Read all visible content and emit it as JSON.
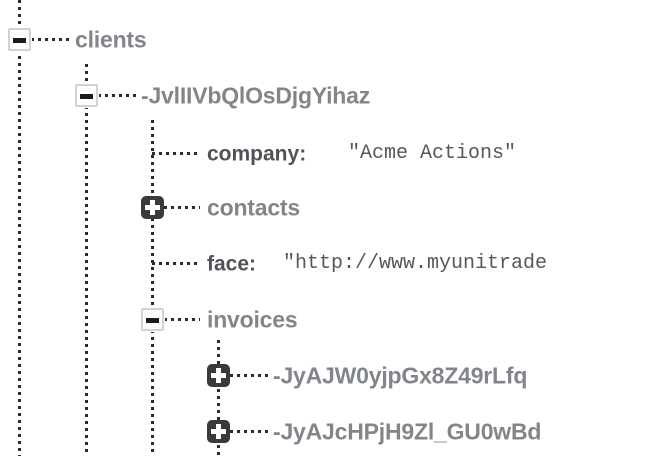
{
  "viewer": {
    "name": "firebase-data-tree",
    "label_color": "#82868b",
    "key_color": "#4f5357",
    "value_color": "#55585c",
    "line_color": "#2b2b2b",
    "expander_open_color": "#fdfdfd",
    "expander_closed_color": "#3a3a3a"
  },
  "tree": {
    "rows": [
      {
        "id": "clients",
        "label": "clients",
        "depth": 0,
        "type": "node",
        "toggle": "minus",
        "expanded": true
      },
      {
        "id": "client-key",
        "label": "-JvlIIVbQlOsDjgYihaz",
        "depth": 1,
        "type": "node",
        "toggle": "minus",
        "expanded": true
      },
      {
        "id": "company",
        "key": "company:",
        "value": "\"Acme Actions\"",
        "depth": 2,
        "type": "leaf",
        "toggle": "none"
      },
      {
        "id": "contacts",
        "label": "contacts",
        "depth": 2,
        "type": "node",
        "toggle": "plus",
        "expanded": false
      },
      {
        "id": "face",
        "key": "face:",
        "value": "\"http://www.myunitrade",
        "depth": 2,
        "type": "leaf",
        "toggle": "none"
      },
      {
        "id": "invoices",
        "label": "invoices",
        "depth": 2,
        "type": "node",
        "toggle": "minus",
        "expanded": true
      },
      {
        "id": "invoice-1",
        "label": "-JyAJW0yjpGx8Z49rLfq",
        "depth": 3,
        "type": "node",
        "toggle": "plus",
        "expanded": false
      },
      {
        "id": "invoice-2",
        "label": "-JyAJcHPjH9Zl_GU0wBd",
        "depth": 3,
        "type": "node",
        "toggle": "plus",
        "expanded": false
      }
    ]
  }
}
